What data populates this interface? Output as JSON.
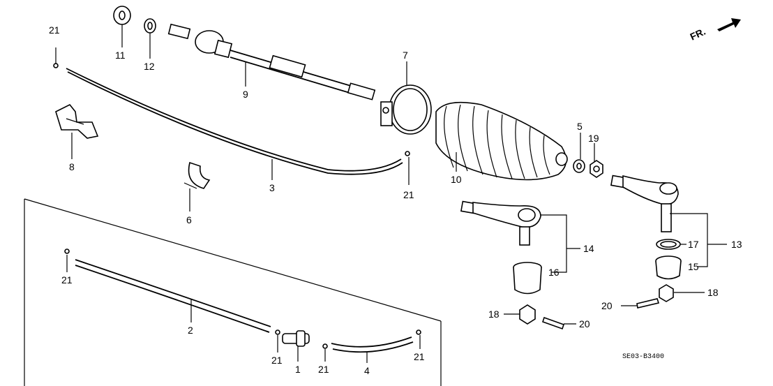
{
  "direction_label": "FR.",
  "code_label": "SE03-B3400",
  "callouts": {
    "c1": "1",
    "c2": "2",
    "c3": "3",
    "c4": "4",
    "c5": "5",
    "c6": "6",
    "c7": "7",
    "c8": "8",
    "c9": "9",
    "c10": "10",
    "c11": "11",
    "c12": "12",
    "c13": "13",
    "c14": "14",
    "c15": "15",
    "c16": "16",
    "c17": "17",
    "c18a": "18",
    "c18b": "18",
    "c19": "19",
    "c20a": "20",
    "c20b": "20",
    "c21a": "21",
    "c21b": "21",
    "c21c": "21",
    "c21d": "21",
    "c21e": "21",
    "c21f": "21"
  }
}
